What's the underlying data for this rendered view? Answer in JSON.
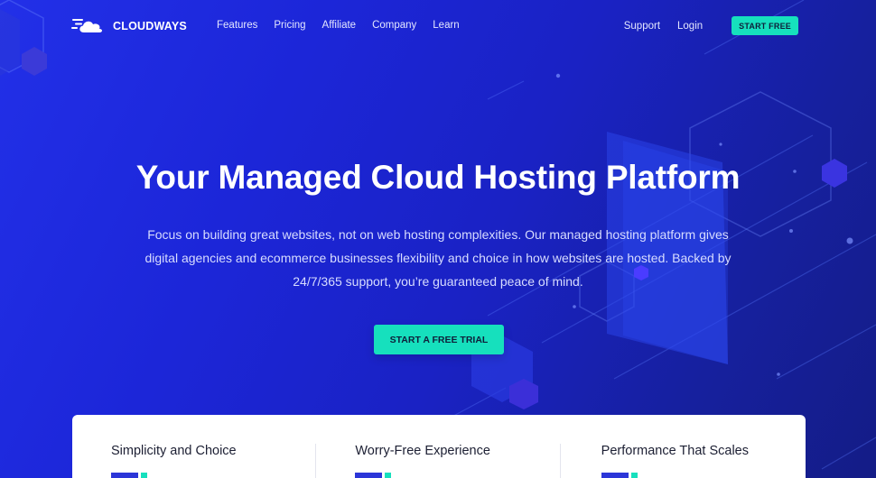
{
  "brand": {
    "name": "CLOUDWAYS",
    "logo_icon": "cloud-speed-icon"
  },
  "nav": {
    "links": [
      "Features",
      "Pricing",
      "Affiliate",
      "Company",
      "Learn"
    ],
    "support": "Support",
    "login": "Login",
    "start_free": "START FREE"
  },
  "hero": {
    "title": "Your Managed Cloud Hosting Platform",
    "description": "Focus on building great websites, not on web hosting complexities. Our managed hosting platform gives digital agencies and ecommerce businesses flexibility and choice in how websites are hosted. Backed by 24/7/365 support, you’re guaranteed peace of mind.",
    "cta": "START A FREE TRIAL"
  },
  "features": [
    {
      "title": "Simplicity and Choice"
    },
    {
      "title": "Worry-Free Experience"
    },
    {
      "title": "Performance That Scales"
    }
  ],
  "colors": {
    "background": "#1c26d8",
    "accent": "#16e0bd",
    "accent_blue": "#2c36d8",
    "text_light": "#ffffff"
  }
}
